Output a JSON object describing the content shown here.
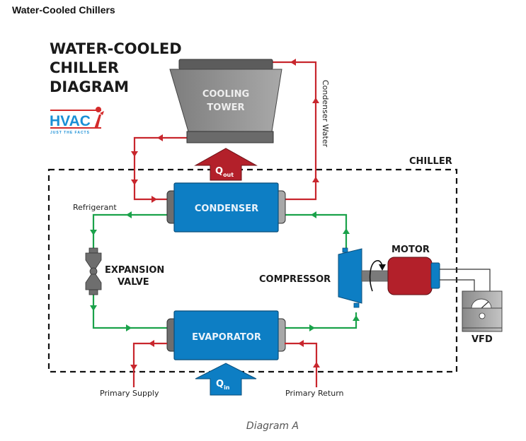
{
  "page": {
    "heading": "Water-Cooled Chillers",
    "caption": "Diagram A"
  },
  "diagram": {
    "title_lines": [
      "WATER-COOLED",
      "CHILLER",
      "DIAGRAM"
    ],
    "logo": {
      "text": "HVAC",
      "tagline": "JUST THE FACTS",
      "icon": "info-i-icon",
      "brand_blue": "#1a8fd6",
      "brand_red": "#d42a2a"
    },
    "cooling_tower": {
      "lines": [
        "COOLING",
        "TOWER"
      ]
    },
    "condenser_label": "CONDENSER",
    "evaporator_label": "EVAPORATOR",
    "compressor_label": "COMPRESSOR",
    "motor_label": "MOTOR",
    "vfd_label": "VFD",
    "expansion_valve_lines": [
      "EXPANSION",
      "VALVE"
    ],
    "chiller_boundary_label": "CHILLER",
    "refrigerant_label": "Refrigerant",
    "condenser_water_label": "Condenser Water",
    "primary_supply_label": "Primary Supply",
    "primary_return_label": "Primary Return",
    "q_out": {
      "main": "Q",
      "sub": "out"
    },
    "q_in": {
      "main": "Q",
      "sub": "in"
    },
    "colors": {
      "water_line": "#c8262d",
      "refrigerant_line": "#1aa24a",
      "component_blue": "#0d7ec4",
      "motor_red": "#b3202a",
      "tower_gray": "#8a8a8a",
      "heat_out_arrow": "#b3202a",
      "heat_in_arrow": "#0d7ec4"
    }
  }
}
